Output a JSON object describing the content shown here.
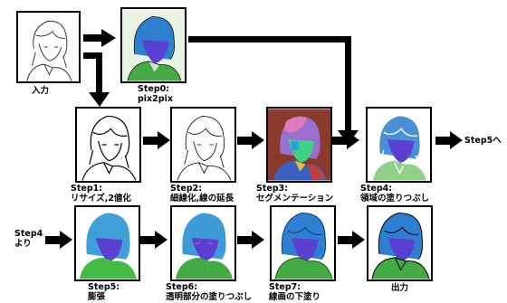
{
  "nodes": {
    "input": {
      "label": "入力"
    },
    "step0": {
      "label_line1": "Step0:",
      "label_line2": "pix2pix"
    },
    "step1": {
      "label_line1": "Step1:",
      "label_line2": "リサイズ,2値化"
    },
    "step2": {
      "label_line1": "Step2:",
      "label_line2": "細線化,線の延長"
    },
    "step3": {
      "label_line1": "Step3:",
      "label_line2": "セグメンテーション"
    },
    "step4": {
      "label_line1": "Step4:",
      "label_line2": "領域の塗りつぶし"
    },
    "step5": {
      "label_line1": "Step5:",
      "label_line2": "膨張"
    },
    "step6": {
      "label_line1": "Step6:",
      "label_line2": "透明部分の塗りつぶし"
    },
    "step7": {
      "label_line1": "Step7:",
      "label_line2": "線画の下塗り"
    },
    "output": {
      "label": "出力"
    }
  },
  "connectors": {
    "to_step5": "Step5へ",
    "from_step4_line1": "Step4",
    "from_step4_line2": "より"
  },
  "colors": {
    "hair_blue": "#2f7fd0",
    "face_purple": "#5a3fd0",
    "clothes_green": "#44aa44",
    "segment_bg": "#8a3a2a",
    "line": "#000000"
  }
}
